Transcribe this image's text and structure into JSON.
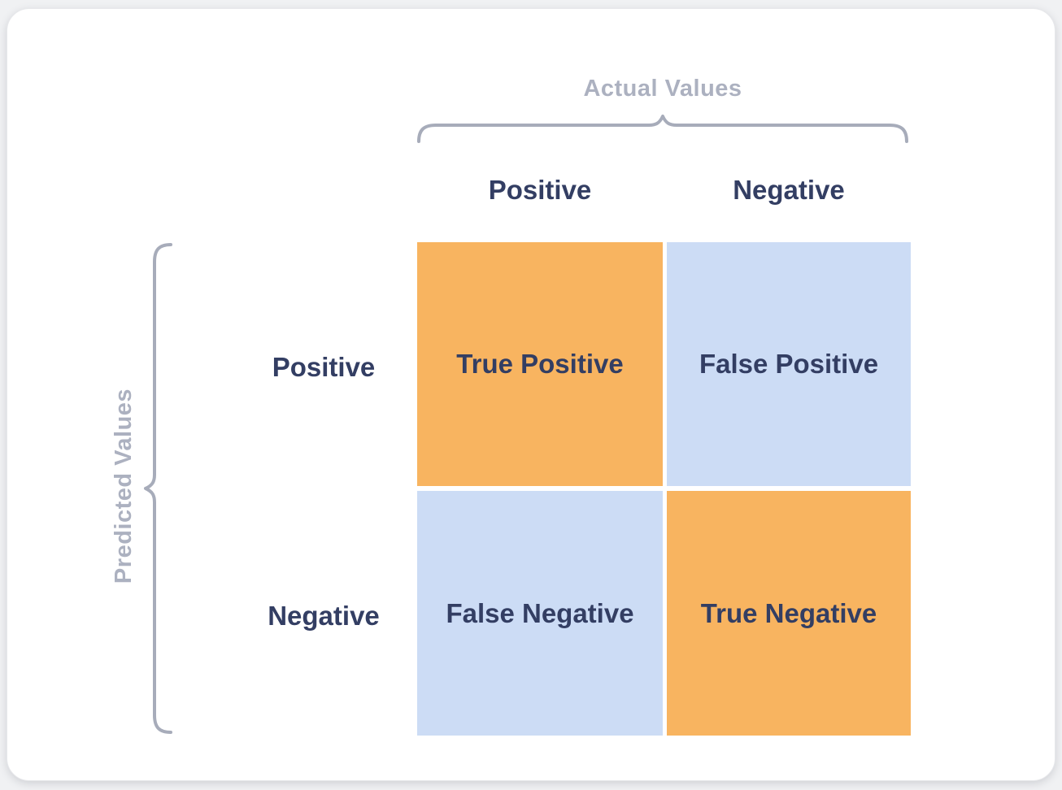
{
  "colors": {
    "cell-orange": "#F8B460",
    "cell-blue": "#CCDCF5",
    "text-navy": "#333E63",
    "label-grey": "#ACB1C0",
    "brace-grey": "#A7ACBA",
    "card-bg": "#FFFFFF",
    "page-bg": "#F0F1F3",
    "card-border": "#E7E8EB"
  },
  "diagram": {
    "type": "confusion-matrix",
    "axis_labels": {
      "top": "Actual Values",
      "left": "Predicted Values"
    },
    "column_headers": [
      "Positive",
      "Negative"
    ],
    "row_headers": [
      "Positive",
      "Negative"
    ],
    "cells": [
      {
        "row": "Positive",
        "column": "Positive",
        "label": "True Positive",
        "tone": "orange"
      },
      {
        "row": "Positive",
        "column": "Negative",
        "label": "False Positive",
        "tone": "blue"
      },
      {
        "row": "Negative",
        "column": "Positive",
        "label": "False Negative",
        "tone": "blue"
      },
      {
        "row": "Negative",
        "column": "Negative",
        "label": "True Negative",
        "tone": "orange"
      }
    ]
  }
}
